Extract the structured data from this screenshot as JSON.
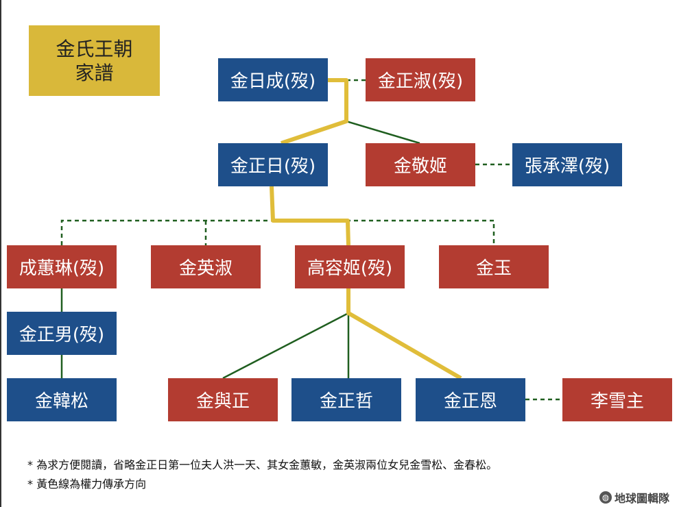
{
  "title": {
    "line1": "金氏王朝",
    "line2": "家譜"
  },
  "colors": {
    "male": "#1e4f8a",
    "female": "#b33c31",
    "title": "#d9b83a",
    "power_line": "#e0bd3a",
    "relation_line": "#1f5e1f"
  },
  "people": {
    "kim_il_sung": "金日成(歿)",
    "kim_jong_suk": "金正淑(歿)",
    "kim_jong_il": "金正日(歿)",
    "kim_kyong_hui": "金敬姬",
    "jang_song_thaek": "張承澤(歿)",
    "sung_hye_rim": "成蕙琳(歿)",
    "kim_young_sook": "金英淑",
    "ko_yong_hui": "高容姬(歿)",
    "kim_ok": "金玉",
    "kim_jong_nam": "金正男(歿)",
    "kim_han_sol": "金韓松",
    "kim_yo_jong": "金與正",
    "kim_jong_chol": "金正哲",
    "kim_jong_un": "金正恩",
    "ri_sol_ju": "李雪主"
  },
  "notes": [
    "* 為求方便閱讀，省略金正日第一位夫人洪一天、其女金蕙敏，金英淑兩位女兒金雪松、金春松。",
    "* 黃色線為權力傳承方向"
  ],
  "logo": "地球圖輯隊"
}
